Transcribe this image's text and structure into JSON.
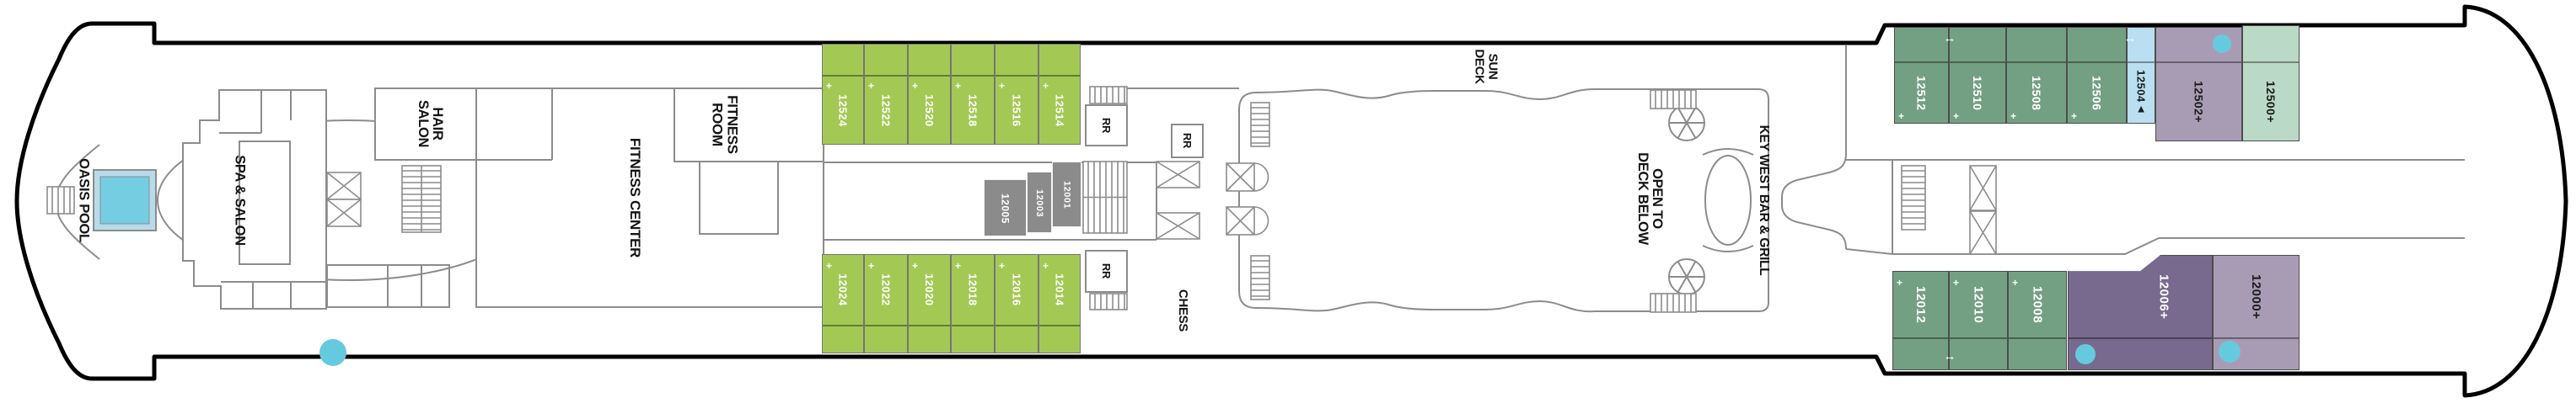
{
  "palette": {
    "hull_black": "#000000",
    "wall_gray": "#8c8c8c",
    "cabin_green": "#a3c954",
    "cabin_sage": "#73a083",
    "cabin_light_blue": "#b9dff0",
    "cabin_lavender": "#a89cb5",
    "cabin_dark_purple": "#776a8e",
    "cabin_mint": "#bad9c6",
    "cabin_inside": "#8b8b8b",
    "hot_tub_teal": "#66cadf",
    "pool_teal": "#74cde1",
    "pool_rim": "#b7dce9",
    "label_black": "#141414",
    "text_white": "#ffffff"
  },
  "ship": {
    "deck_labels": {
      "oasis_pool": [
        "OASIS POOL"
      ],
      "spa_salon": [
        "SPA & SALON"
      ],
      "hair_salon": [
        "HAIR",
        "SALON"
      ],
      "fitness_center": [
        "FITNESS CENTER"
      ],
      "fitness_room": [
        "FITNESS",
        "ROOM"
      ],
      "sun_deck": [
        "SUN",
        "DECK"
      ],
      "open_to_deck_below": [
        "OPEN TO",
        "DECK BELOW"
      ],
      "key_west_bar_grill": [
        "KEY WEST BAR & GRILL"
      ],
      "chess": [
        "CHESS"
      ],
      "restroom": [
        "RR"
      ]
    },
    "icons": {
      "connecting_door_arrow": "↔"
    },
    "cabins": {
      "forward_port": [
        {
          "number": "12524",
          "marker": "+",
          "category": "green"
        },
        {
          "number": "12522",
          "marker": "+",
          "category": "green"
        },
        {
          "number": "12520",
          "marker": "+",
          "category": "green"
        },
        {
          "number": "12518",
          "marker": "+",
          "category": "green"
        },
        {
          "number": "12516",
          "marker": "+",
          "category": "green"
        },
        {
          "number": "12514",
          "marker": "+",
          "category": "green"
        }
      ],
      "forward_starboard": [
        {
          "number": "12024",
          "marker": "+",
          "category": "green"
        },
        {
          "number": "12022",
          "marker": "+",
          "category": "green"
        },
        {
          "number": "12020",
          "marker": "+",
          "category": "green"
        },
        {
          "number": "12018",
          "marker": "+",
          "category": "green"
        },
        {
          "number": "12016",
          "marker": "+",
          "category": "green"
        },
        {
          "number": "12014",
          "marker": "+",
          "category": "green"
        }
      ],
      "forward_inside": [
        {
          "number": "12005",
          "marker": "",
          "category": "inside"
        },
        {
          "number": "12003",
          "marker": "",
          "category": "inside"
        },
        {
          "number": "12001",
          "marker": "",
          "category": "inside"
        }
      ],
      "aft_port": [
        {
          "number": "12512",
          "marker": "+",
          "category": "sage"
        },
        {
          "number": "12510",
          "marker": "+",
          "category": "sage"
        },
        {
          "number": "12508",
          "marker": "+",
          "category": "sage"
        },
        {
          "number": "12506",
          "marker": "+",
          "category": "sage"
        },
        {
          "number": "12504",
          "marker": "▲",
          "category": "light_blue"
        },
        {
          "number": "12502",
          "marker": "+",
          "category": "lavender"
        },
        {
          "number": "12500",
          "marker": "+",
          "category": "mint"
        }
      ],
      "aft_starboard": [
        {
          "number": "12012",
          "marker": "+",
          "category": "sage"
        },
        {
          "number": "12010",
          "marker": "+",
          "category": "sage"
        },
        {
          "number": "12008",
          "marker": "+",
          "category": "sage"
        },
        {
          "number": "12006",
          "marker": "+",
          "category": "dark_purple"
        },
        {
          "number": "12000",
          "marker": "+",
          "category": "lavender"
        }
      ]
    }
  }
}
